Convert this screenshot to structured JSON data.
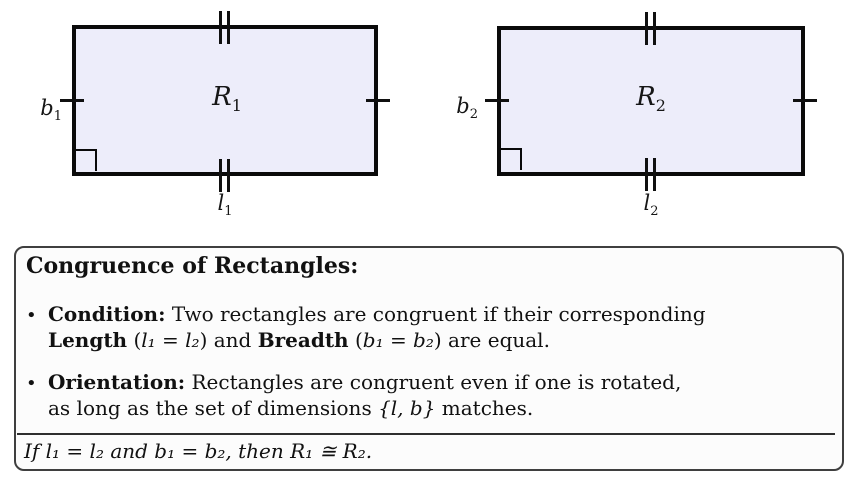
{
  "colors": {
    "rect_fill": "#ededfa",
    "rect_border": "#0a0a0a",
    "box_border": "#3f3f3f",
    "box_fill": "#fcfcfc",
    "text": "#111111"
  },
  "figures": {
    "r1": {
      "name": "R",
      "name_sub": "1",
      "breadth": "b",
      "breadth_sub": "1",
      "length": "l",
      "length_sub": "1"
    },
    "r2": {
      "name": "R",
      "name_sub": "2",
      "breadth": "b",
      "breadth_sub": "2",
      "length": "l",
      "length_sub": "2"
    }
  },
  "info_box": {
    "title": "Congruence of Rectangles:",
    "bullet_glyph": "•",
    "bullets": [
      {
        "term": "Condition:",
        "rest": "  Two rectangles are congruent if their corresponding",
        "line2": [
          {
            "t": "Length",
            "s": "bold"
          },
          {
            "t": " (",
            "s": "norm"
          },
          {
            "t": "l₁ = l₂",
            "s": "math"
          },
          {
            "t": ") and ",
            "s": "norm"
          },
          {
            "t": "Breadth",
            "s": "bold"
          },
          {
            "t": " (",
            "s": "norm"
          },
          {
            "t": "b₁ = b₂",
            "s": "math"
          },
          {
            "t": ") are equal.",
            "s": "norm"
          }
        ]
      },
      {
        "term": "Orientation:",
        "rest": "  Rectangles are congruent even if one is rotated,",
        "line2": [
          {
            "t": "as long as the set of dimensions ",
            "s": "norm"
          },
          {
            "t": "{l, b}",
            "s": "math"
          },
          {
            "t": " matches.",
            "s": "norm"
          }
        ]
      }
    ],
    "conclusion": "If l₁ = l₂ and b₁ = b₂, then R₁ ≅ R₂."
  }
}
